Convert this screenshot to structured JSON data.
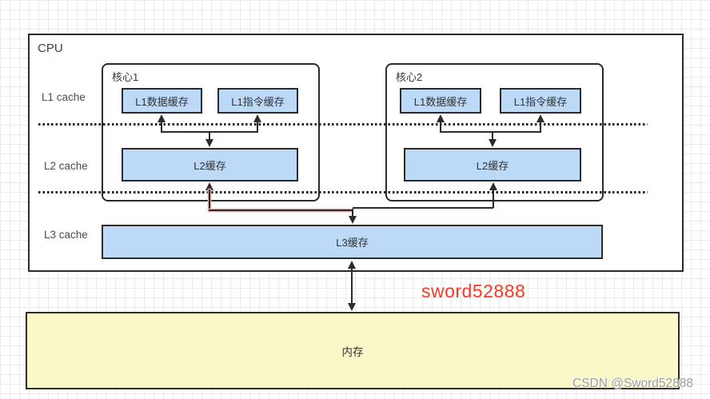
{
  "diagram": {
    "cpu_label": "CPU",
    "left_labels": [
      "L1 cache",
      "L2 cache",
      "L3 cache"
    ],
    "cores": [
      {
        "title": "核心1",
        "l1_data": "L1数据缓存",
        "l1_instr": "L1指令缓存",
        "l2": "L2缓存"
      },
      {
        "title": "核心2",
        "l1_data": "L1数据缓存",
        "l1_instr": "L1指令缓存",
        "l2": "L2缓存"
      }
    ],
    "l3_label": "L3缓存",
    "memory_label": "内存"
  },
  "watermarks": {
    "red_text": "sword52888",
    "gray_text": "CSDN @Sword52888"
  },
  "colors": {
    "cache_fill": "#bcd9f7",
    "memory_fill": "#faf7c8",
    "box_border": "#2b2b2b",
    "grid_line": "#ebebeb",
    "red_watermark": "#f43b26",
    "gray_watermark": "#9c9c9c",
    "connector_tint": "#e7aca7"
  }
}
